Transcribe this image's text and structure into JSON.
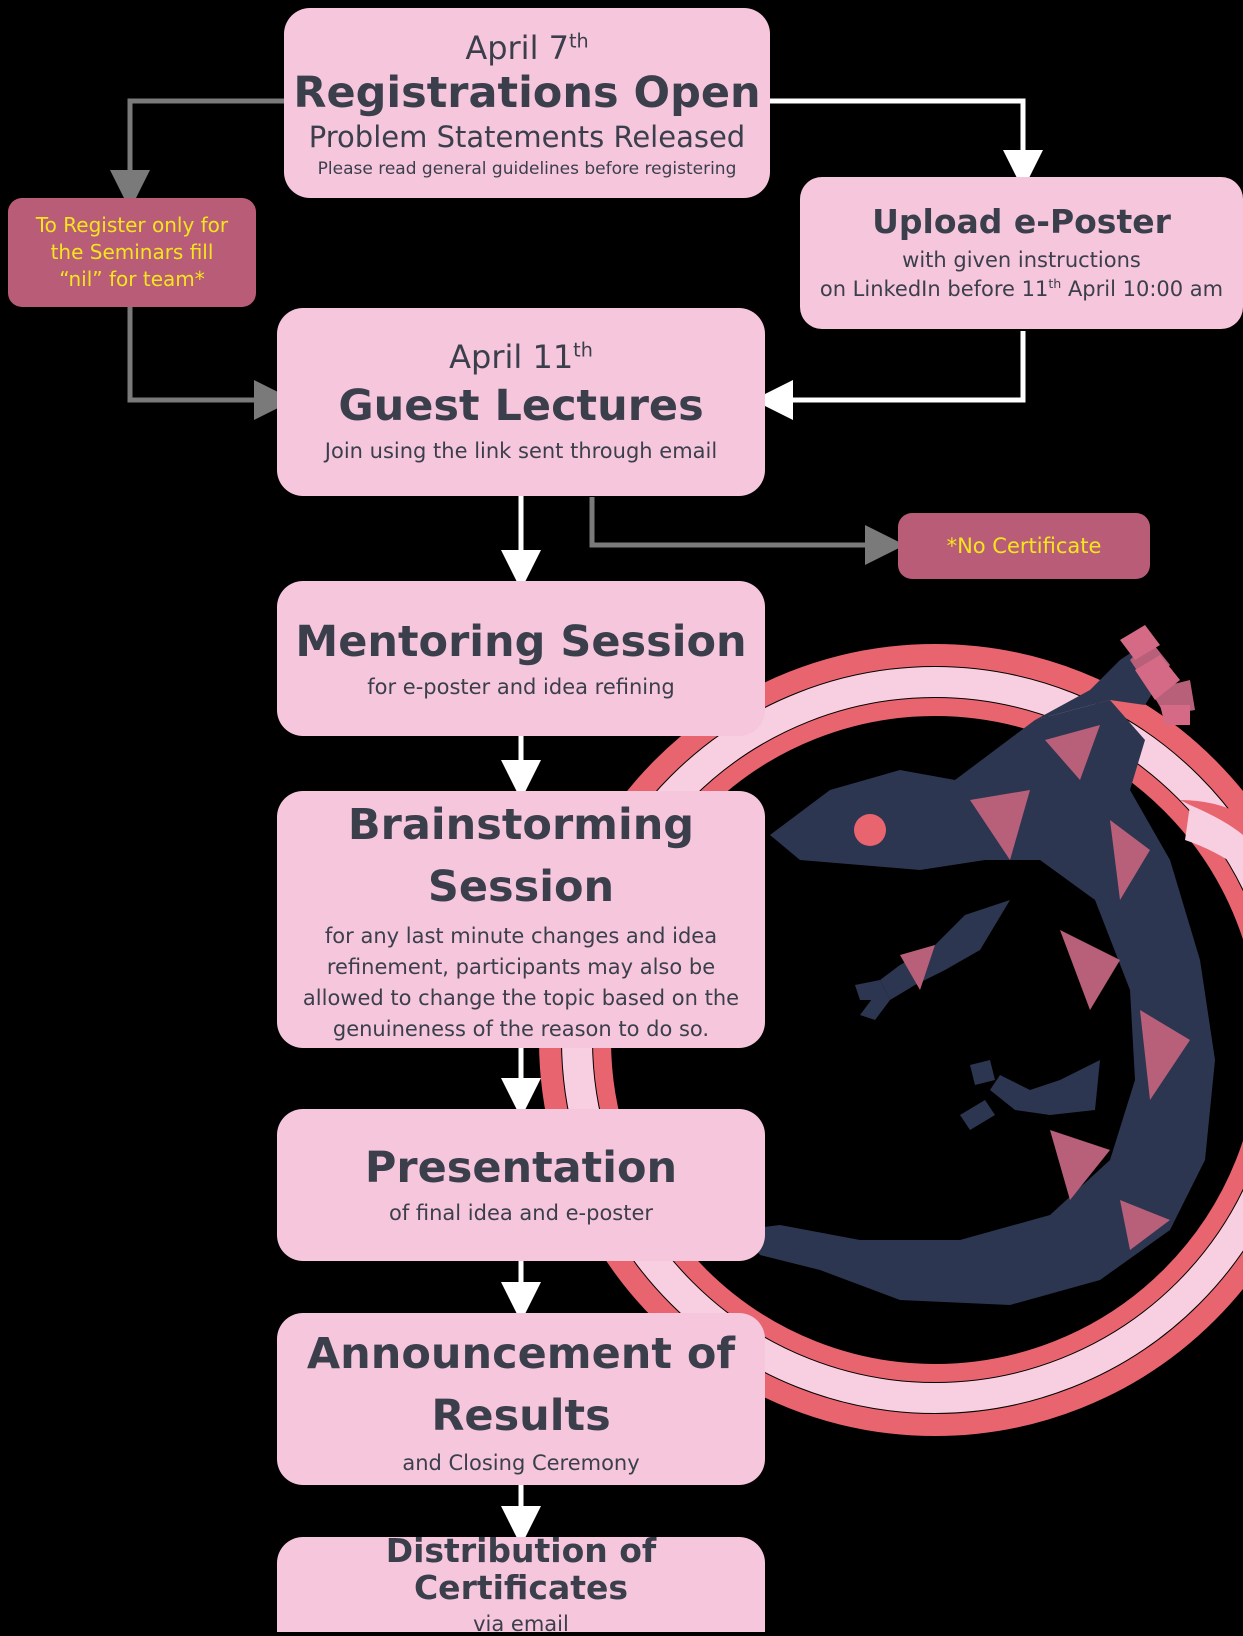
{
  "colors": {
    "background": "#000000",
    "box_fill": "#f5c6dc",
    "box_text": "#3b3f4c",
    "note_fill": "#b85c78",
    "note_text": "#f5e51c",
    "connector_main": "#ffffff",
    "connector_side": "#7a7a7a"
  },
  "steps": {
    "registrations": {
      "date": "April 7",
      "date_suffix": "th",
      "title": "Registrations Open",
      "subtitle": "Problem Statements Released",
      "note": "Please read general guidelines before registering"
    },
    "upload_eposter": {
      "title": "Upload e-Poster",
      "line1": "with given instructions",
      "line2_prefix": "on LinkedIn before 11",
      "line2_sup": "th",
      "line2_suffix": " April 10:00 am"
    },
    "guest_lectures": {
      "date": "April 11",
      "date_suffix": "th",
      "title": "Guest Lectures",
      "subtitle": "Join using the link sent through email"
    },
    "mentoring": {
      "title": "Mentoring Session",
      "subtitle": "for e-poster and idea refining"
    },
    "brainstorming": {
      "title_line1": "Brainstorming",
      "title_line2": "Session",
      "description": [
        "for any last minute changes and idea",
        "refinement, participants may also be",
        "allowed to change the topic based on the",
        "genuineness of the reason to do so."
      ]
    },
    "presentation": {
      "title": "Presentation",
      "subtitle": "of final idea and e-poster"
    },
    "announcement": {
      "title_line1": "Announcement of",
      "title_line2": "Results",
      "subtitle": "and Closing Ceremony"
    },
    "certificates": {
      "title": "Distribution of Certificates",
      "subtitle": "via email"
    }
  },
  "notes": {
    "seminars_only": [
      "To Register only for",
      "the Seminars fill",
      "“nil” for team*"
    ],
    "no_certificate": "*No Certificate"
  },
  "decoration": {
    "icon": "gecko-logo-icon"
  }
}
